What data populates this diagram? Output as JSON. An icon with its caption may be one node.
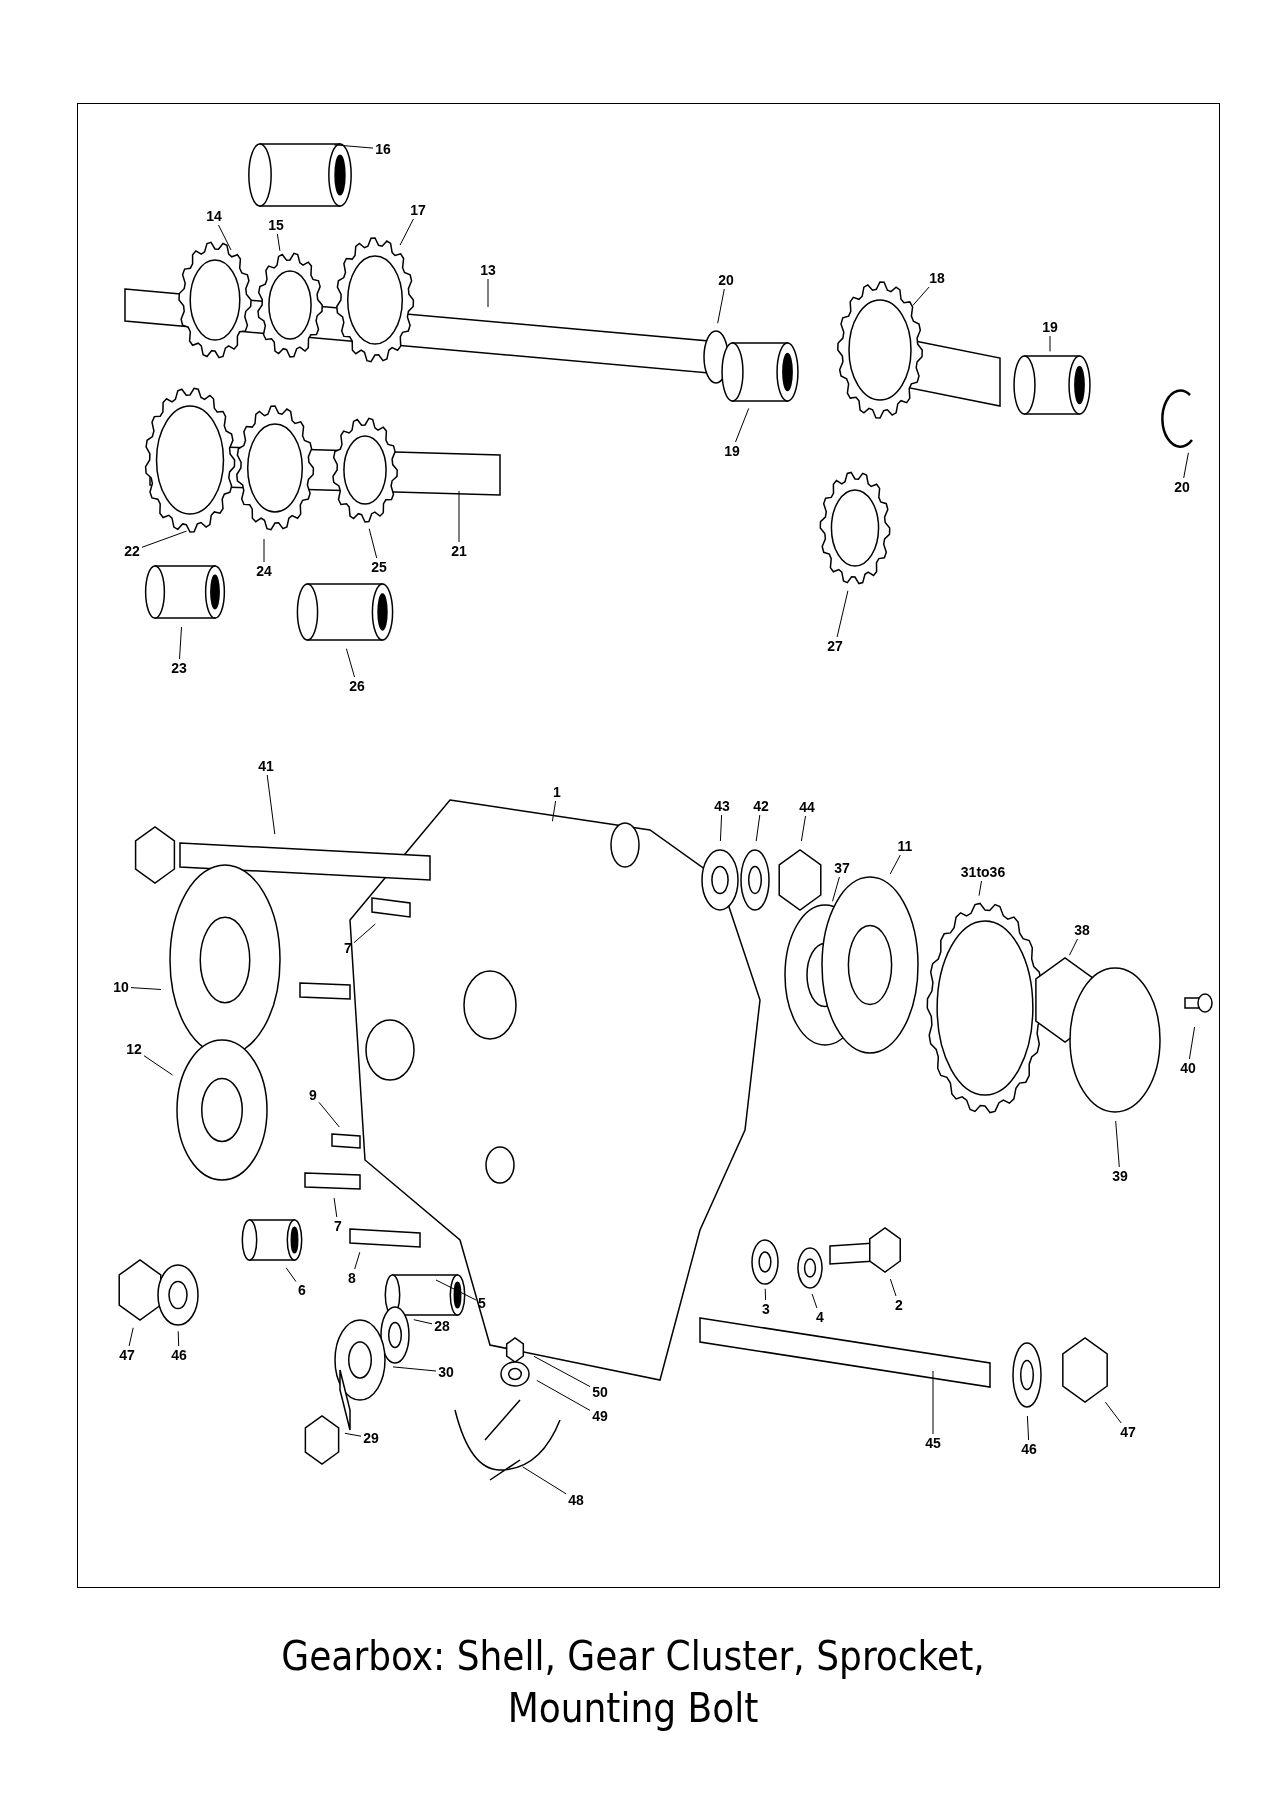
{
  "diagram": {
    "caption": "Gearbox: Shell, Gear Cluster, Sprocket, Mounting Bolt",
    "nodes": [
      {
        "text": [
          "16"
        ]
      },
      {
        "text": [
          "14"
        ]
      },
      {
        "text": [
          "15"
        ]
      },
      {
        "text": [
          "17"
        ]
      },
      {
        "text": [
          "13"
        ]
      },
      {
        "text": [
          "20"
        ]
      },
      {
        "text": [
          "18"
        ]
      },
      {
        "text": [
          "19"
        ]
      },
      {
        "text": [
          "19"
        ]
      },
      {
        "text": [
          "20"
        ]
      },
      {
        "text": [
          "22"
        ]
      },
      {
        "text": [
          "24"
        ]
      },
      {
        "text": [
          "25"
        ]
      },
      {
        "text": [
          "21"
        ]
      },
      {
        "text": [
          "23"
        ]
      },
      {
        "text": [
          "26"
        ]
      },
      {
        "text": [
          "27"
        ]
      },
      {
        "text": [
          "41"
        ]
      },
      {
        "text": [
          "1"
        ]
      },
      {
        "text": [
          "43"
        ]
      },
      {
        "text": [
          "42"
        ]
      },
      {
        "text": [
          "44"
        ]
      },
      {
        "text": [
          "37"
        ]
      },
      {
        "text": [
          "11"
        ]
      },
      {
        "text": [
          "31to36"
        ]
      },
      {
        "text": [
          "38"
        ]
      },
      {
        "text": [
          "40"
        ]
      },
      {
        "text": [
          "10"
        ]
      },
      {
        "text": [
          "12"
        ]
      },
      {
        "text": [
          "39"
        ]
      },
      {
        "text": [
          "7"
        ]
      },
      {
        "text": [
          "9"
        ]
      },
      {
        "text": [
          "7"
        ]
      },
      {
        "text": [
          "6"
        ]
      },
      {
        "text": [
          "8"
        ]
      },
      {
        "text": [
          "5"
        ]
      },
      {
        "text": [
          "28"
        ]
      },
      {
        "text": [
          "30"
        ]
      },
      {
        "text": [
          "29"
        ]
      },
      {
        "text": [
          "47"
        ]
      },
      {
        "text": [
          "46"
        ]
      },
      {
        "text": [
          "50"
        ]
      },
      {
        "text": [
          "49"
        ]
      },
      {
        "text": [
          "48"
        ]
      },
      {
        "text": [
          "3"
        ]
      },
      {
        "text": [
          "4"
        ]
      },
      {
        "text": [
          "2"
        ]
      },
      {
        "text": [
          "45"
        ]
      },
      {
        "text": [
          "46"
        ]
      },
      {
        "text": [
          "47"
        ]
      }
    ],
    "edges": [
      {
        "from": 0,
        "to": null,
        "arrow": "none"
      },
      {
        "from": 1,
        "to": null,
        "arrow": "none"
      },
      {
        "from": 2,
        "to": null,
        "arrow": "none"
      },
      {
        "from": 3,
        "to": null,
        "arrow": "none"
      },
      {
        "from": 4,
        "to": null,
        "arrow": "none"
      },
      {
        "from": 5,
        "to": null,
        "arrow": "none"
      },
      {
        "from": 6,
        "to": null,
        "arrow": "none"
      },
      {
        "from": 7,
        "to": null,
        "arrow": "none"
      },
      {
        "from": 8,
        "to": null,
        "arrow": "none"
      },
      {
        "from": 9,
        "to": null,
        "arrow": "none"
      },
      {
        "from": 10,
        "to": null,
        "arrow": "none"
      },
      {
        "from": 11,
        "to": null,
        "arrow": "none"
      },
      {
        "from": 12,
        "to": null,
        "arrow": "none"
      },
      {
        "from": 13,
        "to": null,
        "arrow": "none"
      },
      {
        "from": 14,
        "to": null,
        "arrow": "none"
      },
      {
        "from": 15,
        "to": null,
        "arrow": "none"
      },
      {
        "from": 16,
        "to": null,
        "arrow": "none"
      },
      {
        "from": 17,
        "to": null,
        "arrow": "none"
      },
      {
        "from": 18,
        "to": null,
        "arrow": "none"
      },
      {
        "from": 19,
        "to": null,
        "arrow": "none"
      },
      {
        "from": 20,
        "to": null,
        "arrow": "none"
      },
      {
        "from": 21,
        "to": null,
        "arrow": "none"
      },
      {
        "from": 22,
        "to": null,
        "arrow": "none"
      },
      {
        "from": 23,
        "to": null,
        "arrow": "none"
      },
      {
        "from": 24,
        "to": null,
        "arrow": "none"
      },
      {
        "from": 25,
        "to": null,
        "arrow": "none"
      },
      {
        "from": 26,
        "to": null,
        "arrow": "none"
      },
      {
        "from": 27,
        "to": null,
        "arrow": "none"
      },
      {
        "from": 28,
        "to": null,
        "arrow": "none"
      },
      {
        "from": 29,
        "to": null,
        "arrow": "none"
      },
      {
        "from": 30,
        "to": null,
        "arrow": "none"
      },
      {
        "from": 31,
        "to": null,
        "arrow": "none"
      },
      {
        "from": 32,
        "to": null,
        "arrow": "none"
      },
      {
        "from": 33,
        "to": null,
        "arrow": "none"
      },
      {
        "from": 34,
        "to": null,
        "arrow": "none"
      },
      {
        "from": 35,
        "to": null,
        "arrow": "none"
      },
      {
        "from": 36,
        "to": null,
        "arrow": "none"
      },
      {
        "from": 37,
        "to": null,
        "arrow": "none"
      },
      {
        "from": 38,
        "to": null,
        "arrow": "none"
      },
      {
        "from": 39,
        "to": null,
        "arrow": "none"
      },
      {
        "from": 40,
        "to": null,
        "arrow": "none"
      },
      {
        "from": 41,
        "to": null,
        "arrow": "none"
      },
      {
        "from": 42,
        "to": null,
        "arrow": "none"
      },
      {
        "from": 43,
        "to": null,
        "arrow": "none"
      },
      {
        "from": 44,
        "to": null,
        "arrow": "none"
      },
      {
        "from": 45,
        "to": null,
        "arrow": "none"
      },
      {
        "from": 46,
        "to": null,
        "arrow": "none"
      },
      {
        "from": 47,
        "to": null,
        "arrow": "none"
      },
      {
        "from": 48,
        "to": null,
        "arrow": "none"
      },
      {
        "from": 49,
        "to": null,
        "arrow": "none"
      }
    ]
  }
}
